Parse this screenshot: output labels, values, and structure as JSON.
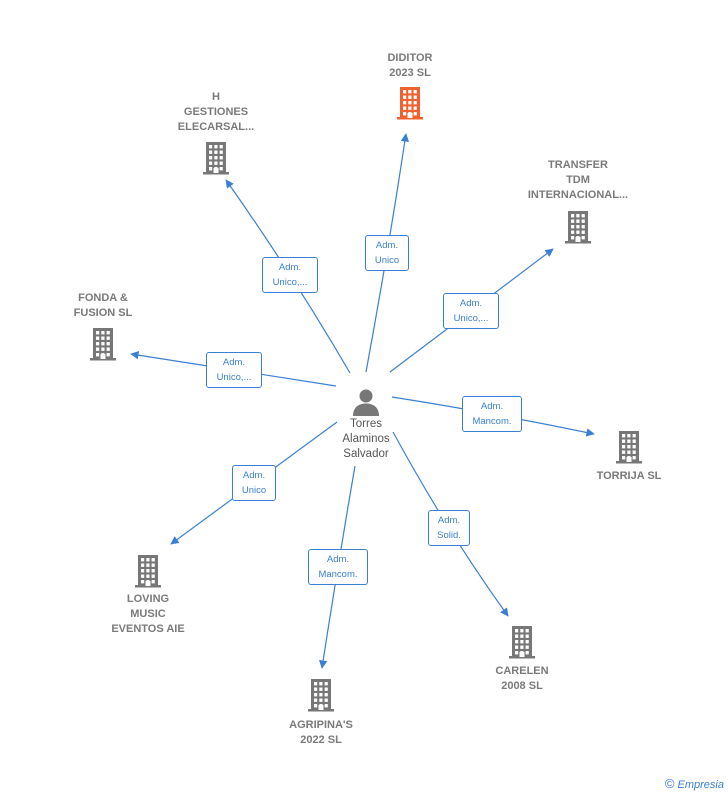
{
  "person": {
    "lines": [
      "Torres",
      "Alaminos",
      "Salvador"
    ],
    "icon": "person-icon"
  },
  "companies": [
    {
      "id": "diditor",
      "lines": [
        "DIDITOR",
        "2023  SL"
      ],
      "color": "#f0612e"
    },
    {
      "id": "h-gestiones",
      "lines": [
        "H",
        "GESTIONES",
        "ELECARSAL..."
      ],
      "color": "#777777"
    },
    {
      "id": "transfer",
      "lines": [
        "TRANSFER",
        "TDM",
        "INTERNACIONAL..."
      ],
      "color": "#777777"
    },
    {
      "id": "fonda",
      "lines": [
        "FONDA &",
        "FUSION SL"
      ],
      "color": "#777777"
    },
    {
      "id": "torrija",
      "lines": [
        "TORRIJA SL"
      ],
      "color": "#777777"
    },
    {
      "id": "loving",
      "lines": [
        "LOVING",
        "MUSIC",
        "EVENTOS AIE"
      ],
      "color": "#777777"
    },
    {
      "id": "carelen",
      "lines": [
        "CARELEN",
        "2008 SL"
      ],
      "color": "#777777"
    },
    {
      "id": "agripinas",
      "lines": [
        "AGRIPINA'S",
        "2022  SL"
      ],
      "color": "#777777"
    }
  ],
  "roles": [
    {
      "company": "diditor",
      "lines": [
        "Adm.",
        "Unico"
      ]
    },
    {
      "company": "h-gestiones",
      "lines": [
        "Adm.",
        "Unico,..."
      ]
    },
    {
      "company": "transfer",
      "lines": [
        "Adm.",
        "Unico,..."
      ]
    },
    {
      "company": "fonda",
      "lines": [
        "Adm.",
        "Unico,..."
      ]
    },
    {
      "company": "torrija",
      "lines": [
        "Adm.",
        "Mancom."
      ]
    },
    {
      "company": "loving",
      "lines": [
        "Adm.",
        "Unico"
      ]
    },
    {
      "company": "carelen",
      "lines": [
        "Adm.",
        "Solid."
      ]
    },
    {
      "company": "agripinas",
      "lines": [
        "Adm.",
        "Mancom."
      ]
    }
  ],
  "footer": {
    "copyright": "©",
    "brand": "Empresia"
  }
}
